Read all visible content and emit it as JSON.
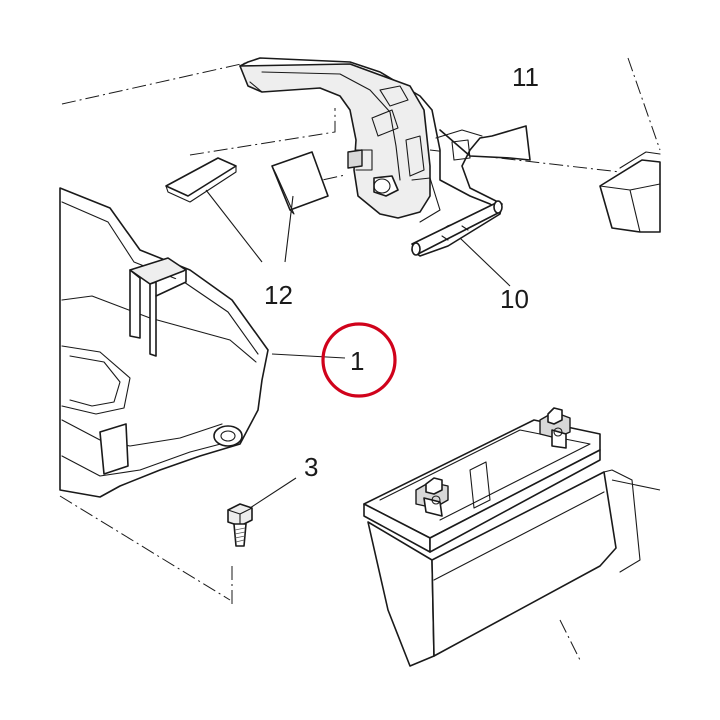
{
  "callouts": [
    {
      "id": "11",
      "label": "11"
    },
    {
      "id": "12",
      "label": "12"
    },
    {
      "id": "10",
      "label": "10"
    },
    {
      "id": "1",
      "label": "1"
    },
    {
      "id": "3",
      "label": "3"
    }
  ],
  "highlight": {
    "target": "1",
    "color": "#d0021b"
  }
}
